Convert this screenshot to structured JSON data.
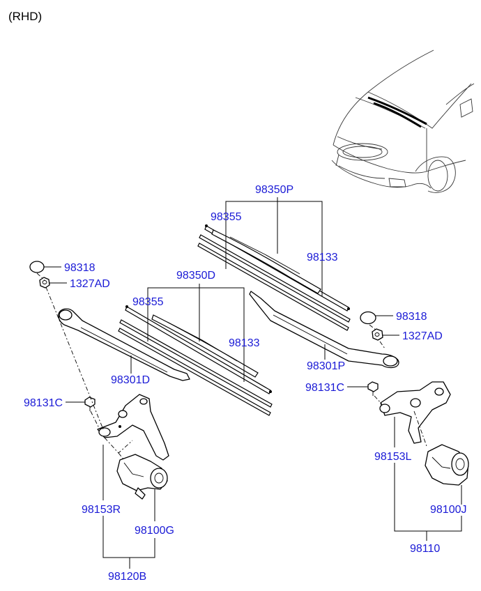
{
  "title": "(RHD)",
  "labels": {
    "set_p": "98350P",
    "blade_p_refill": "98355",
    "blade_p_insert": "98133",
    "cap_left": "98318",
    "nut_left": "1327AD",
    "set_d": "98350D",
    "blade_d_refill": "98355",
    "blade_d_insert": "98133",
    "cap_right": "98318",
    "nut_right": "1327AD",
    "arm_p": "98301P",
    "arm_d": "98301D",
    "bolt_left": "98131C",
    "bolt_right": "98131C",
    "link_left": "98153L",
    "link_right": "98153R",
    "motor_right_assy": "98100J",
    "motor_left_assy": "98100G",
    "linkage_right": "98110",
    "linkage_left": "98120B"
  },
  "icons": [
    "car-illustration-icon",
    "wiper-blade-icon",
    "wiper-arm-icon",
    "wiper-motor-icon",
    "linkage-icon",
    "cap-icon",
    "nut-icon",
    "bolt-icon"
  ]
}
